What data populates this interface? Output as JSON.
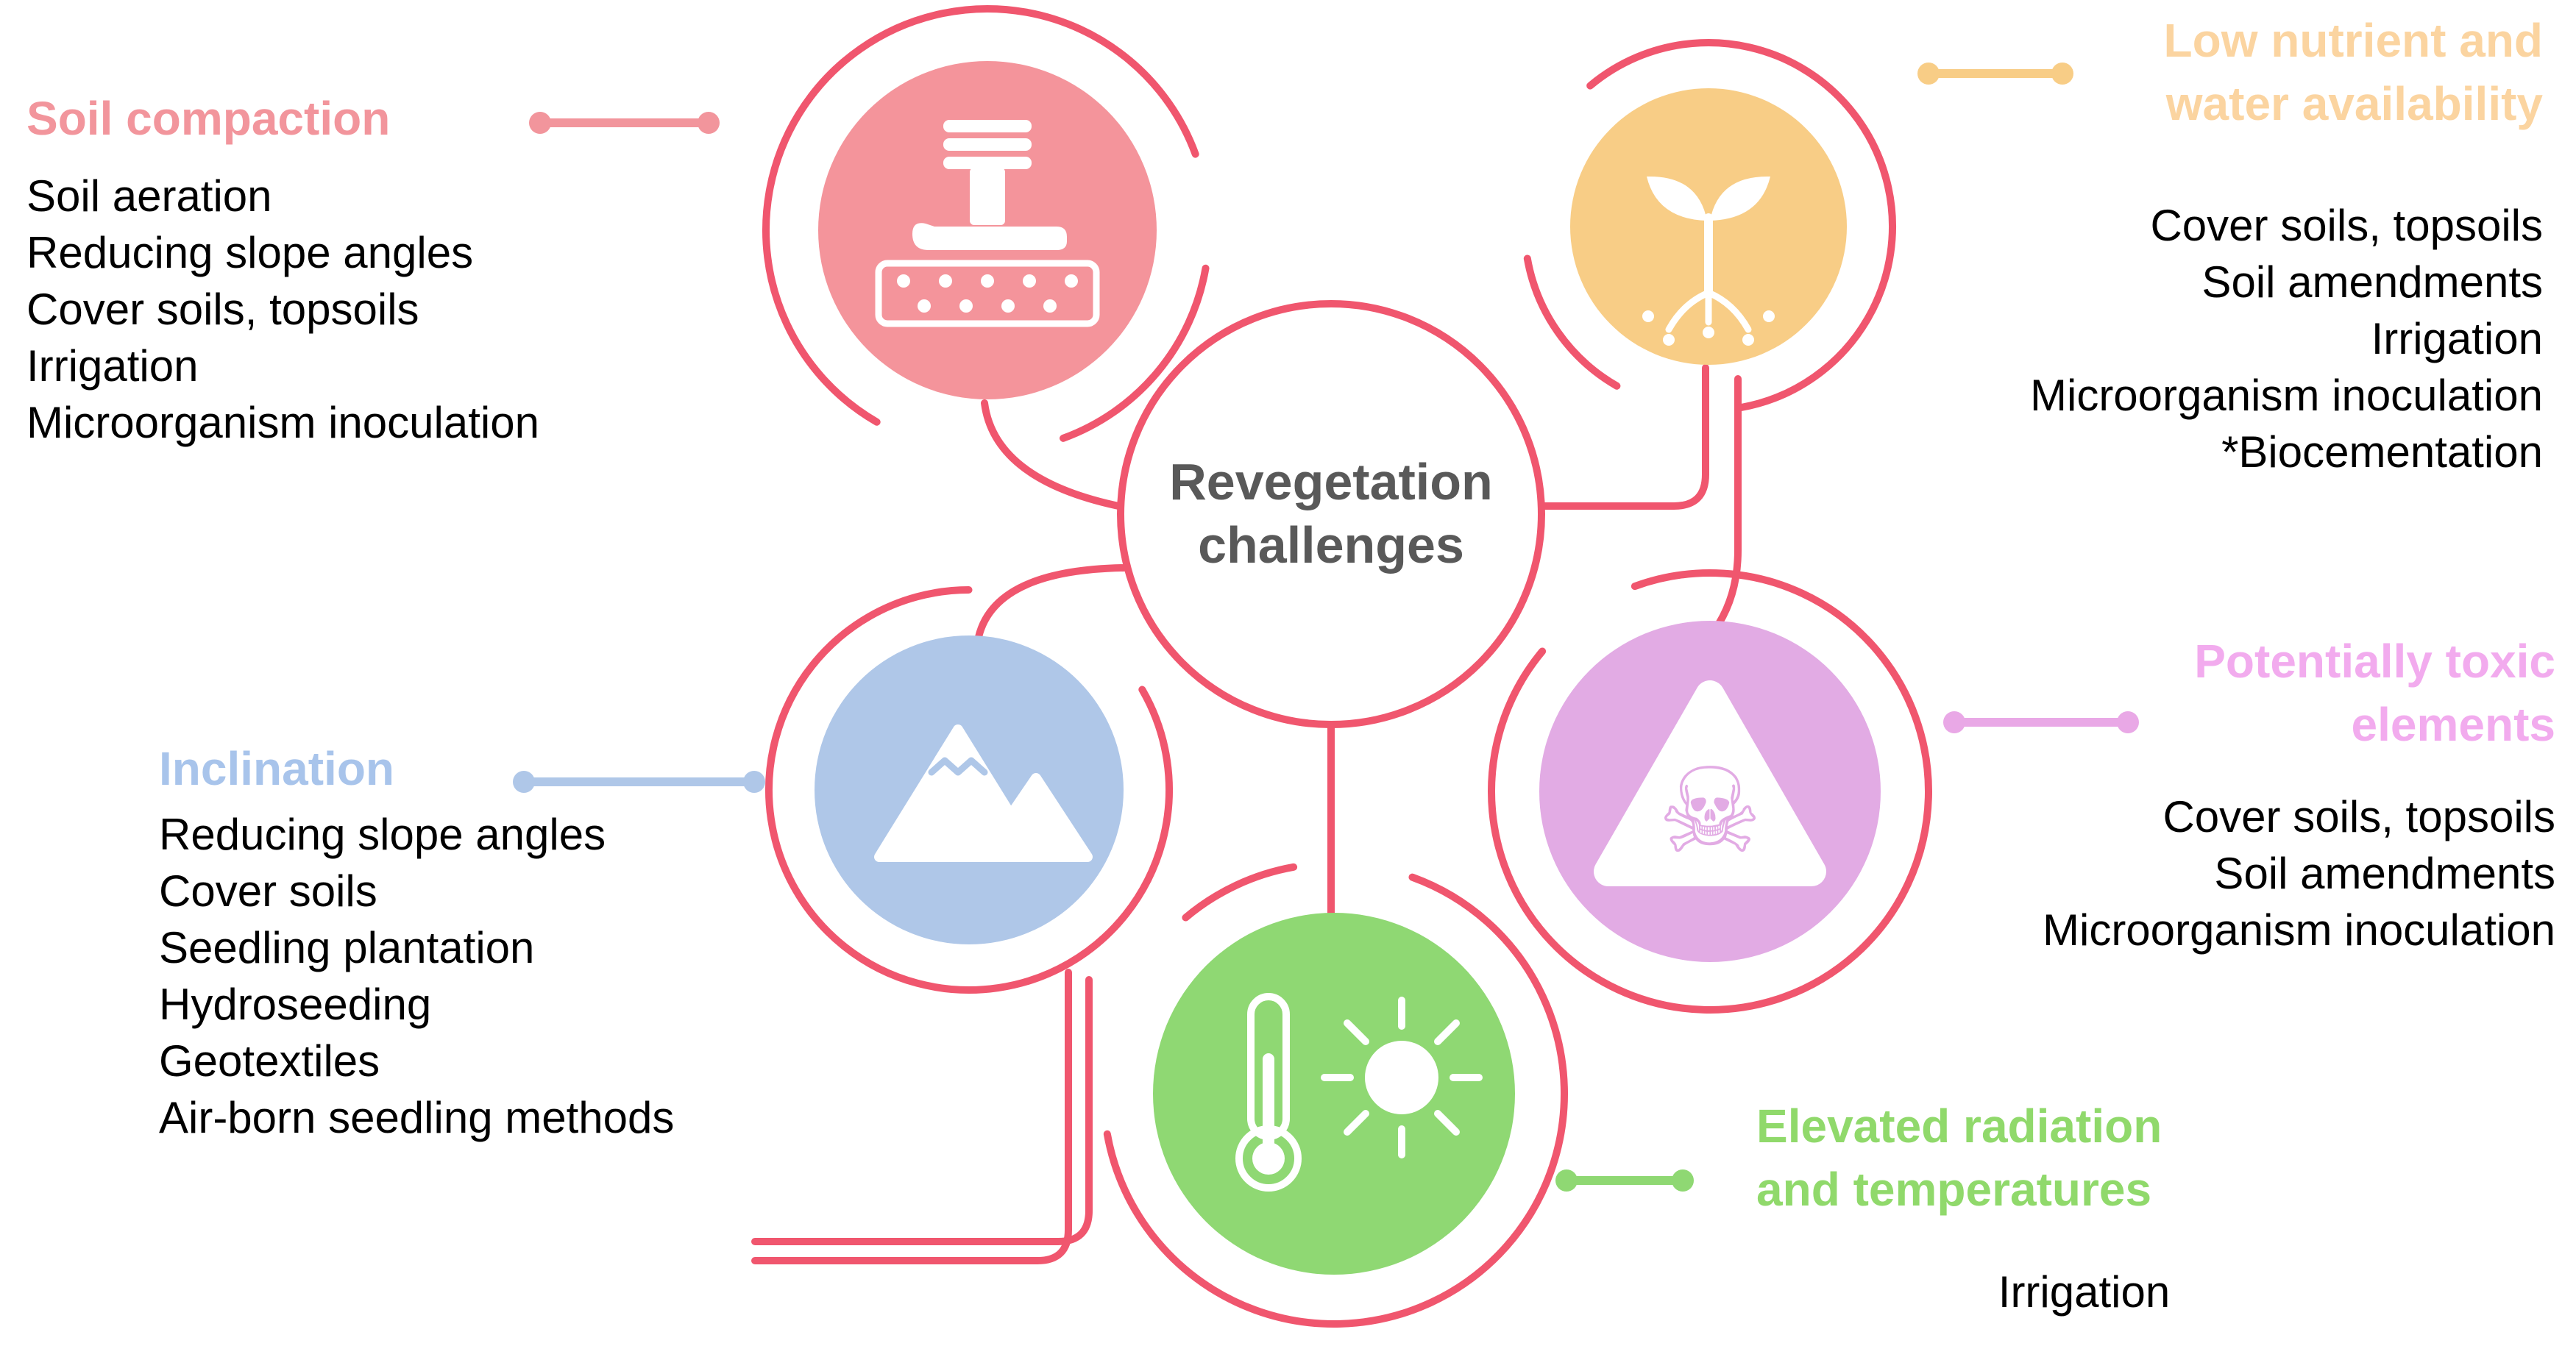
{
  "center": {
    "title": "Revegetation\nchallenges"
  },
  "palette": {
    "outline_pink": "#F0566E",
    "center_text": "#595959",
    "soil_compaction": "#F2959C",
    "nutrient": "#FBD4A0",
    "inclination": "#A8C4EB",
    "toxic": "#F2ABEE",
    "radiation": "#90D96B"
  },
  "icons": {
    "skull_glyph": "☠",
    "names": [
      "soil-compactor-icon",
      "seedling-roots-icon",
      "mountains-icon",
      "toxic-warning-icon",
      "thermometer-sun-icon"
    ]
  },
  "topics": [
    {
      "id": "soil-compaction",
      "title": "Soil compaction",
      "color": "#F2959C",
      "circle_color": "#F4949B",
      "icon": "soil-compactor-icon",
      "items": [
        "Soil aeration",
        "Reducing slope angles",
        "Cover soils, topsoils",
        "Irrigation",
        "Microorganism inoculation"
      ]
    },
    {
      "id": "low-nutrient-water",
      "title": "Low nutrient and\nwater availability",
      "color": "#FBD4A0",
      "circle_color": "#F8CD86",
      "icon": "seedling-roots-icon",
      "items": [
        "Cover soils, topsoils",
        "Soil amendments",
        "Irrigation",
        "Microorganism inoculation",
        "*Biocementation"
      ]
    },
    {
      "id": "inclination",
      "title": "Inclination",
      "color": "#A8C4EB",
      "circle_color": "#AFC7E8",
      "icon": "mountains-icon",
      "items": [
        "Reducing slope angles",
        "Cover soils",
        "Seedling plantation",
        "Hydroseeding",
        "Geotextiles",
        "Air-born seedling methods"
      ]
    },
    {
      "id": "potentially-toxic-elements",
      "title": "Potentially toxic\nelements",
      "color": "#F2ABEE",
      "circle_color": "#E2ABE4",
      "icon": "toxic-warning-icon",
      "items": [
        "Cover soils, topsoils",
        "Soil amendments",
        "Microorganism inoculation"
      ]
    },
    {
      "id": "elevated-radiation-temperatures",
      "title": "Elevated radiation\nand temperatures",
      "color": "#90D96B",
      "circle_color": "#8FD873",
      "icon": "thermometer-sun-icon",
      "items": [
        "Irrigation"
      ]
    }
  ]
}
